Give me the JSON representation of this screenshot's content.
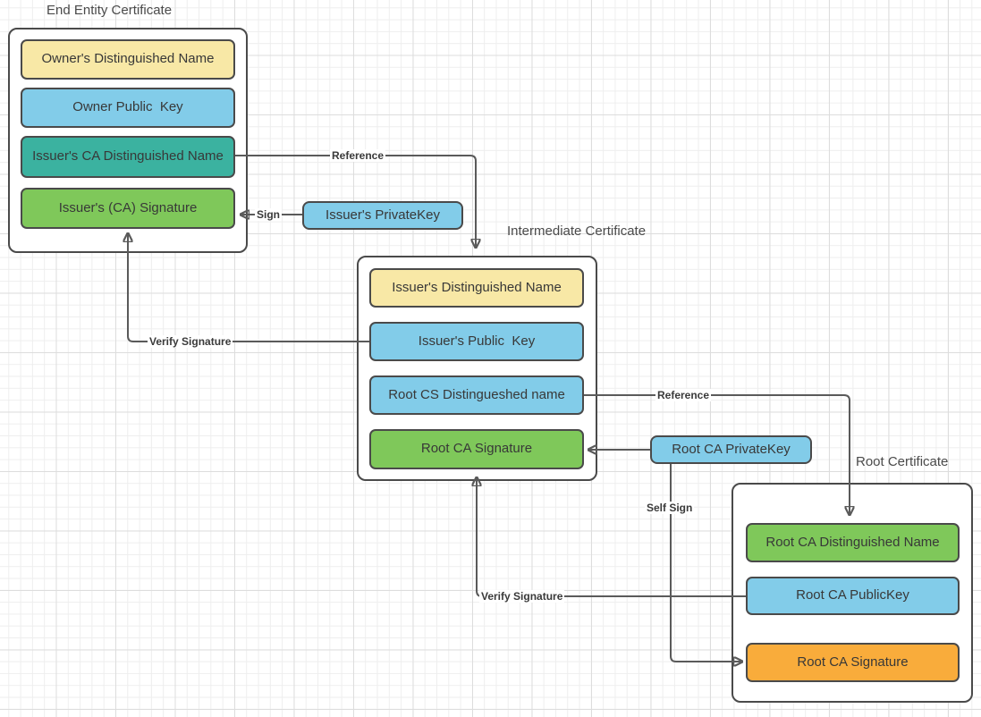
{
  "diagram": {
    "groups": [
      {
        "id": "end-entity-certificate",
        "title": "End Entity Certificate",
        "fields": [
          {
            "label": "Owner's Distinguished Name",
            "color": "yellow"
          },
          {
            "label": "Owner Public  Key",
            "color": "blue"
          },
          {
            "label": "Issuer's CA Distinguished Name",
            "color": "teal"
          },
          {
            "label": "Issuer's (CA) Signature",
            "color": "green"
          }
        ]
      },
      {
        "id": "intermediate-certificate",
        "title": "Intermediate Certificate",
        "fields": [
          {
            "label": "Issuer's Distinguished Name",
            "color": "yellow"
          },
          {
            "label": "Issuer's Public  Key",
            "color": "blue"
          },
          {
            "label": "Root CS Distingueshed name",
            "color": "blue"
          },
          {
            "label": "Root CA Signature",
            "color": "green"
          }
        ]
      },
      {
        "id": "root-certificate",
        "title": "Root Certificate",
        "fields": [
          {
            "label": "Root CA Distinguished Name",
            "color": "green"
          },
          {
            "label": "Root CA PublicKey",
            "color": "blue"
          },
          {
            "label": "Root CA Signature",
            "color": "orange"
          }
        ]
      }
    ],
    "nodes": [
      {
        "id": "issuers-private-key",
        "label": "Issuer's PrivateKey",
        "color": "blue"
      },
      {
        "id": "root-ca-private-key",
        "label": "Root CA PrivateKey",
        "color": "blue"
      }
    ],
    "edges": [
      {
        "label": "Reference",
        "from": "Issuer's CA Distinguished Name",
        "to": "Intermediate Certificate"
      },
      {
        "label": "Sign",
        "from": "Issuer's PrivateKey",
        "to": "Issuer's (CA) Signature"
      },
      {
        "label": "Verify Signature",
        "from": "Issuer's Public  Key",
        "to": "Issuer's (CA) Signature"
      },
      {
        "label": "Reference",
        "from": "Root CS Distingueshed name",
        "to": "Root CA Distinguished Name"
      },
      {
        "label": "",
        "from": "Root CA PrivateKey",
        "to": "Root CA Signature (Intermediate Certificate)"
      },
      {
        "label": "Self Sign",
        "from": "Root CA PrivateKey",
        "to": "Root CA Signature (Root Certificate)"
      },
      {
        "label": "Verify Signature",
        "from": "Root CA PublicKey",
        "to": "Root CA Signature (Intermediate Certificate)"
      }
    ],
    "colors": {
      "yellow": "#f8e8a6",
      "blue": "#82cce9",
      "teal": "#3bb2a0",
      "green": "#7fc85a",
      "orange": "#f9ac3b",
      "border": "#4a4a4a",
      "line": "#5a5a5a",
      "text": "#383838",
      "grid_minor": "#eeeeee",
      "grid_major": "#dddddd"
    }
  }
}
